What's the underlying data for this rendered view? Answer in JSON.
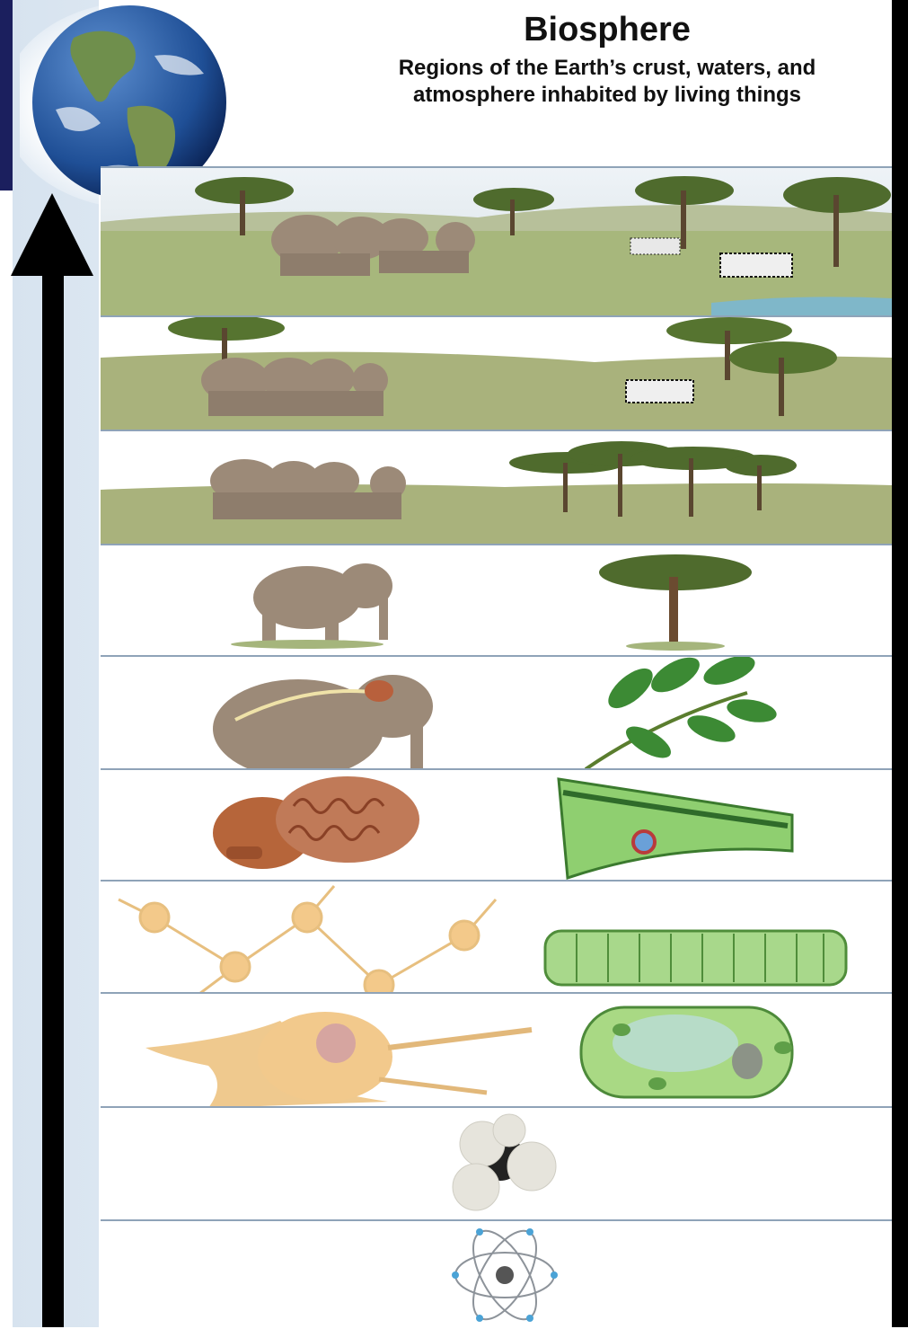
{
  "header": {
    "title": "Biosphere",
    "subtitle_line1": "Regions of the Earth’s crust, waters, and",
    "subtitle_line2": "atmosphere inhabited by living things"
  },
  "levels": [
    {
      "key": "biosphere-scene",
      "icons": [
        "elephant-herd-icon",
        "zebra-herd-icon",
        "acacia-tree-icon",
        "waterhole-icon"
      ]
    },
    {
      "key": "community-scene",
      "icons": [
        "elephant-herd-icon",
        "zebra-herd-icon",
        "acacia-tree-icon"
      ]
    },
    {
      "key": "population-scene",
      "icons": [
        "elephant-herd-icon",
        "acacia-tree-icon"
      ]
    },
    {
      "key": "organism-scene",
      "icons": [
        "elephant-icon",
        "acacia-tree-icon"
      ]
    },
    {
      "key": "organ-system-scene",
      "icons": [
        "elephant-nervous-system-icon",
        "leafy-branch-icon"
      ]
    },
    {
      "key": "organ-scene",
      "icons": [
        "brain-icon",
        "leaf-cross-section-icon"
      ]
    },
    {
      "key": "tissue-scene",
      "icons": [
        "neuron-network-icon",
        "plant-tissue-icon"
      ]
    },
    {
      "key": "cell-scene",
      "icons": [
        "nerve-cell-icon",
        "plant-cell-icon"
      ]
    },
    {
      "key": "molecule-scene",
      "icons": [
        "molecule-icon"
      ]
    },
    {
      "key": "atom-scene",
      "icons": [
        "atom-icon"
      ]
    }
  ],
  "colors": {
    "navy": "#1b1f5e",
    "band": "#d8e4f0",
    "grass": "#9fb07a",
    "divider": "#8fa3b8",
    "arrow": "#000000"
  }
}
